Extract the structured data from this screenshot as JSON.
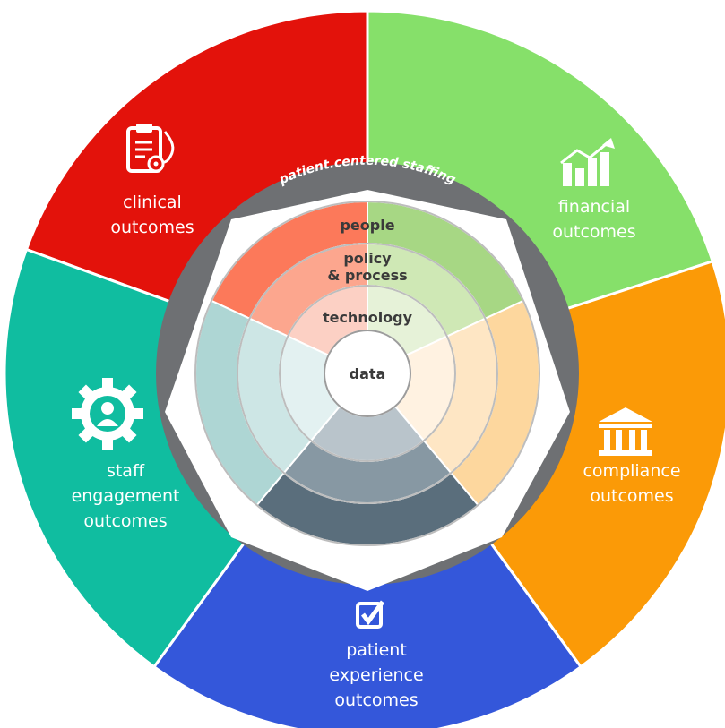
{
  "segments": [
    {
      "id": "clinical",
      "lines": [
        "clinical",
        "outcomes"
      ],
      "color": "#E3120B",
      "icon": "clipboard-stethoscope-icon"
    },
    {
      "id": "financial",
      "lines": [
        "financial",
        "outcomes"
      ],
      "color": "#86E06A",
      "icon": "rising-chart-icon"
    },
    {
      "id": "compliance",
      "lines": [
        "compliance",
        "outcomes"
      ],
      "color": "#FB9A07",
      "icon": "institution-building-icon"
    },
    {
      "id": "patient-experience",
      "lines": [
        "patient",
        "experience",
        "outcomes"
      ],
      "color": "#3457DA",
      "icon": "checkbox-icon"
    },
    {
      "id": "staff-engagement",
      "lines": [
        "staff",
        "engagement",
        "outcomes"
      ],
      "color": "#10BDA0",
      "icon": "gear-person-icon"
    }
  ],
  "arc_title": "patient.centered staffing",
  "rings": {
    "people": "people",
    "policy_line1": "policy",
    "policy_line2": "& process",
    "technology": "technology",
    "data": "data"
  },
  "colors": {
    "frame": "#6E7073",
    "red_wedge": [
      "#FC795A",
      "#FCA68E",
      "#FCD0C4"
    ],
    "green_wedge": [
      "#A7D784",
      "#CFE8B5",
      "#E6F2D8"
    ],
    "orange_wedge": [
      "#FDD79E",
      "#FEE6C4",
      "#FFF2E1"
    ],
    "slate_wedge": [
      "#5A6E7C",
      "#8798A3",
      "#B9C4CB"
    ],
    "teal_wedge": [
      "#AED6D4",
      "#CDE6E5",
      "#E3F1F1"
    ]
  }
}
